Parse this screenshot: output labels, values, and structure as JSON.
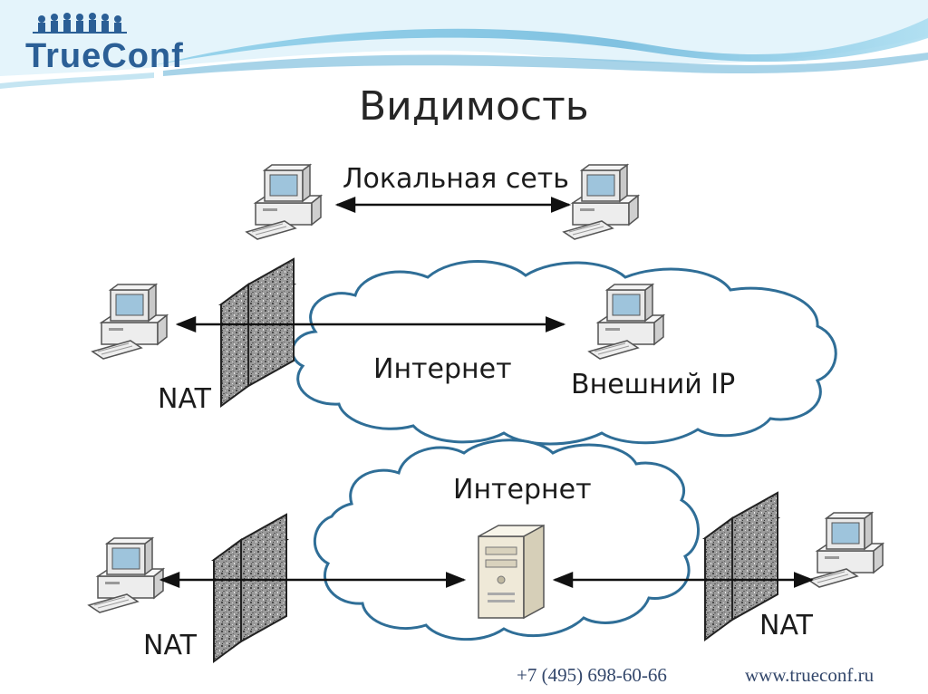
{
  "logo": {
    "text": "TrueConf"
  },
  "title": "Видимость",
  "section_local": {
    "label": "Локальная сеть"
  },
  "section_external": {
    "internet_label": "Интернет",
    "external_ip_label": "Внешний IP",
    "nat_label": "NAT"
  },
  "section_server": {
    "internet_label": "Интернет",
    "nat_left_label": "NAT",
    "nat_right_label": "NAT"
  },
  "footer": {
    "phone": "+7 (495) 698-60-66",
    "website": "www.trueconf.ru"
  },
  "colors": {
    "cloud_stroke": "#2f6e97",
    "header_wave": "#7fc6e4",
    "logo": "#2b5f96",
    "firewall": "#8a8a8a"
  }
}
